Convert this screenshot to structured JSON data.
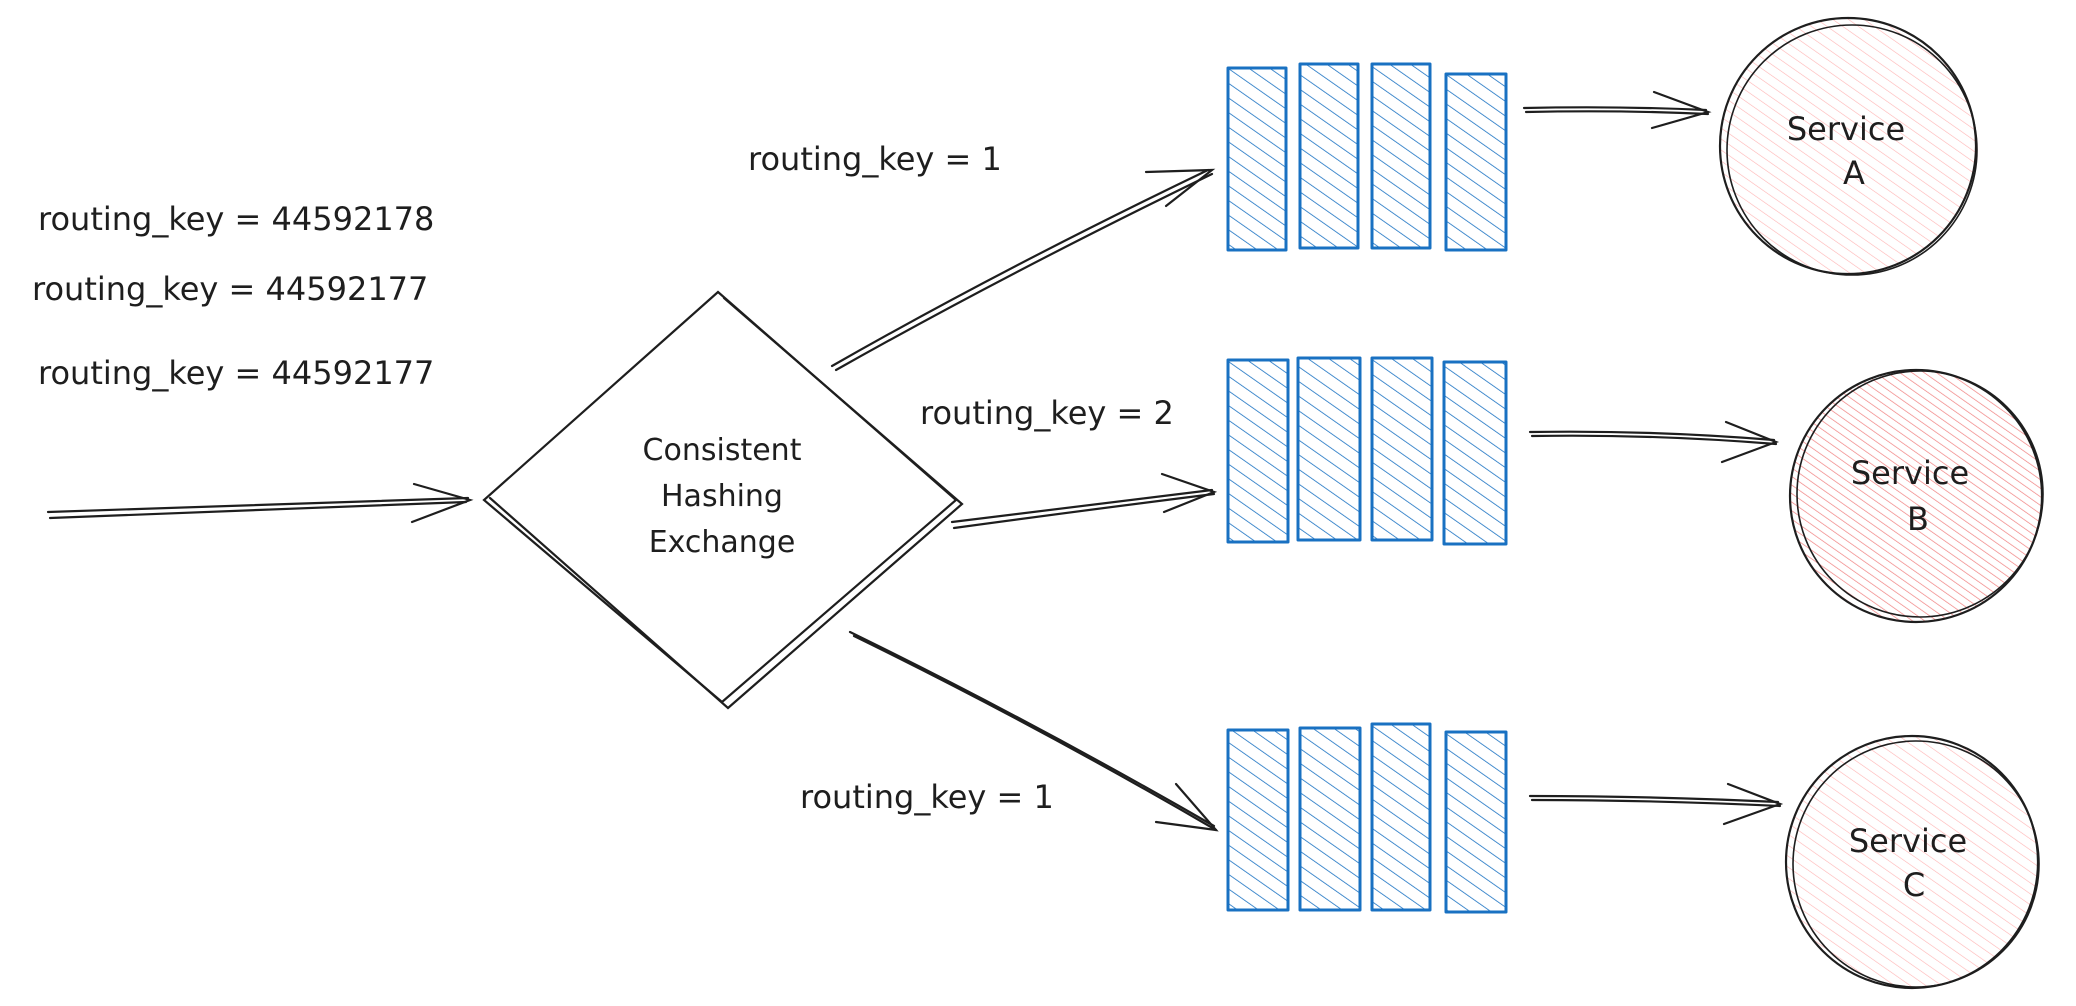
{
  "incoming_messages": [
    "routing_key = 44592178",
    "routing_key = 44592177",
    "routing_key = 44592177"
  ],
  "exchange": {
    "lines": [
      "Consistent",
      "Hashing",
      "Exchange"
    ]
  },
  "bindings": [
    "routing_key = 1",
    "routing_key = 2",
    "routing_key = 1"
  ],
  "services": [
    {
      "line1": "Service",
      "line2": "A",
      "intensity": "light"
    },
    {
      "line1": "Service",
      "line2": "B",
      "intensity": "strong"
    },
    {
      "line1": "Service",
      "line2": "C",
      "intensity": "light"
    }
  ],
  "colors": {
    "stroke": "#1e1e1e",
    "queue_stroke": "#1971c2",
    "queue_fill": "#a5d8ff",
    "service_light": "#ffc9c9",
    "service_strong": "#ff8787"
  }
}
